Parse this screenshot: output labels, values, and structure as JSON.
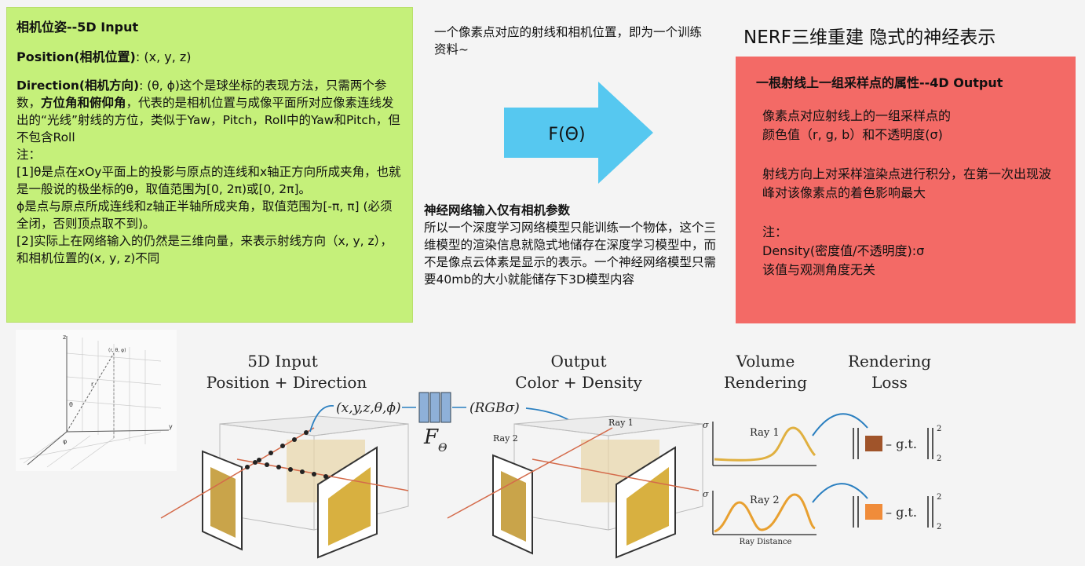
{
  "green_box": {
    "title": "相机位姿--5D Input",
    "position_label": "Position(相机位置)",
    "position_value": ": (x, y, z)",
    "direction_label": "Direction(相机方向)",
    "direction_text_1": ": (θ, ϕ)这个是球坐标的表现方法，只需两个参数，",
    "direction_bold": "方位角和俯仰角",
    "direction_text_2": "，代表的是相机位置与成像平面所对应像素连线发出的“光线”射线的方位，类似于Yaw，Pitch，Roll中的Yaw和Pitch，但不包含Roll",
    "note_label": "注：",
    "note_1": "[1]θ是点在xOy平面上的投影与原点的连线和x轴正方向所成夹角，也就是一般说的极坐标的θ，取值范围为[0, 2π)或[0, 2π]。",
    "note_2": "ϕ是点与原点所成连线和z轴正半轴所成夹角，取值范围为[-π, π] (必须全闭，否则顶点取不到)。",
    "note_3": "[2]实际上在网络输入的仍然是三维向量，来表示射线方向（x, y, z），和相机位置的(x, y, z)不同"
  },
  "top_note": "一个像素点对应的射线和相机位置，即为一个训练资料~",
  "arrow_label": "F(Θ)",
  "nerf_title": "NERF三维重建 隐式的神经表示",
  "red_box": {
    "title": "一根射线上一组采样点的属性--4D Output",
    "line_1": "像素点对应射线上的一组采样点的",
    "line_2": "颜色值（r, g, b）和不透明度(σ)",
    "line_3": "射线方向上对采样渲染点进行积分，在第一次出现波峰对该像素点的着色影响最大",
    "note_label": "注：",
    "density": "Density(密度值/不透明度):σ",
    "density_note": "该值与观测角度无关"
  },
  "mid_note": {
    "line_1": "神经网络输入仅有相机参数",
    "line_2": "所以一个深度学习网络模型只能训练一个物体，这个三维模型的渲染信息就隐式地储存在深度学习模型中，而不是像点云体素是显示的表示。一个神经网络模型只需要40mb的大小就能储存下3D模型内容"
  },
  "figure": {
    "input_title_1": "5D Input",
    "input_title_2": "Position + Direction",
    "input_tuple": "(x,y,z,θ,ϕ)",
    "output_title_1": "Output",
    "output_title_2": "Color + Density",
    "output_tuple": "(RGBσ)",
    "network_label": "F",
    "network_sub": "Θ",
    "ray1": "Ray 1",
    "ray2": "Ray 2",
    "volume_1": "Volume",
    "volume_2": "Rendering",
    "loss_1": "Rendering",
    "loss_2": "Loss",
    "sigma": "σ",
    "gt": "– g.t.",
    "sup": "2",
    "ray_distance": "Ray Distance",
    "color_ray1": "#a0542a",
    "color_ray2": "#f08c3a"
  },
  "axes": {
    "z": "z",
    "y": "y",
    "theta": "θ",
    "phi": "φ",
    "r": "r",
    "point": "(r, θ, φ)"
  }
}
